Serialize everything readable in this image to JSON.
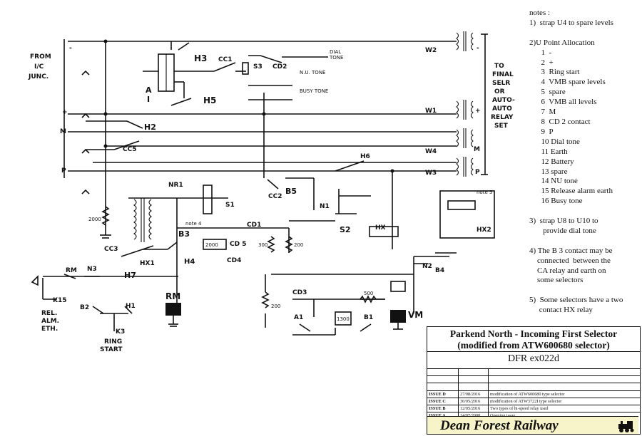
{
  "notes": {
    "heading": "notes :",
    "lines": [
      "1)  strap U4 to spare levels",
      "",
      "2)U Point Allocation",
      "      1  -",
      "      2  +",
      "      3  Ring start",
      "      4  VMB spare levels",
      "      5  spare",
      "      6  VMB all levels",
      "      7  M",
      "      8  CD 2 contact",
      "      9  P",
      "      10 Dial tone",
      "      11 Earth",
      "      12 Battery",
      "      13 spare",
      "      14 NU tone",
      "      15 Release alarm earth",
      "      16 Busy tone",
      "",
      "3)  strap U8 to U10 to",
      "       provide dial tone",
      "",
      "4) The B 3 contact may be",
      "    connected  between the",
      "    CA relay and earth on",
      "    some selectors",
      "",
      "5)  Some selectors have a two",
      "     contact HX relay"
    ]
  },
  "title_block": {
    "title_line1": "Parkend North - Incoming First Selector",
    "title_line2": "(modified from ATW600680 selector)",
    "drawing_no": "DFR ex022d",
    "issues": [
      {
        "issue": "ISSUE D",
        "date": "27/08/2016",
        "desc": "modification of ATW600680 type selector"
      },
      {
        "issue": "ISSUE C",
        "date": "30/05/2016",
        "desc": "modification of ATW3722I type selector"
      },
      {
        "issue": "ISSUE B",
        "date": "12/05/2016",
        "desc": "Two types of hi-speed relay used"
      },
      {
        "issue": "ISSUE A",
        "date": "14/07/2008",
        "desc": "Opening issue"
      }
    ],
    "railway": "Dean Forest Railway"
  },
  "labels": {
    "from_1": "FROM",
    "from_2": "I/C",
    "from_3": "JUNC.",
    "to_1": "TO",
    "to_2": "FINAL",
    "to_3": "SELR",
    "to_4": "OR",
    "to_5": "AUTO-",
    "to_6": "AUTO",
    "to_7": "RELAY",
    "to_8": "SET",
    "minus": "-",
    "plus": "+",
    "m": "M",
    "p": "P",
    "h3": "H3",
    "h5": "H5",
    "h2": "H2",
    "h6": "H6",
    "h7": "H7",
    "h4": "H4",
    "hx1": "HX1",
    "hx2": "HX2",
    "hx": "HX",
    "cc1": "CC1",
    "cc2": "CC2",
    "cc3": "CC3",
    "cc5": "CC5",
    "cd2": "CD2",
    "cd1": "CD1",
    "cd3": "CD3",
    "cd4": "CD4",
    "cd5": "CD 5",
    "s3": "S3",
    "s1": "S1",
    "s2": "S2",
    "b5": "B5",
    "b3": "B3",
    "b2": "B2",
    "b1": "B1",
    "b4": "B4",
    "n1": "N1",
    "n2": "N2",
    "n3": "N3",
    "nr1": "NR1",
    "a1": "A1",
    "a_relay": "A",
    "i_relay": "I",
    "h1": "H1",
    "rm": "RM",
    "rm1": "RM",
    "vm": "VM",
    "w1": "W1",
    "w2": "W2",
    "w4": "W4",
    "w3": "W3",
    "dial_tone_1": "DIAL",
    "dial_tone_2": "TONE",
    "nu_tone": "N.U. TONE",
    "busy_tone": "BUSY TONE",
    "note4": "note 4",
    "note5": "note 5",
    "rel_1": "REL.",
    "rel_2": "ALM.",
    "rel_3": "ETH.",
    "ring_1": "RING",
    "ring_2": "START",
    "r2000": "2000",
    "r300": "300",
    "r200": "200",
    "r200b": "200",
    "r500": "500",
    "r1300": "1300",
    "r2000b": "2000",
    "k15": "K15",
    "k3": "K3"
  }
}
